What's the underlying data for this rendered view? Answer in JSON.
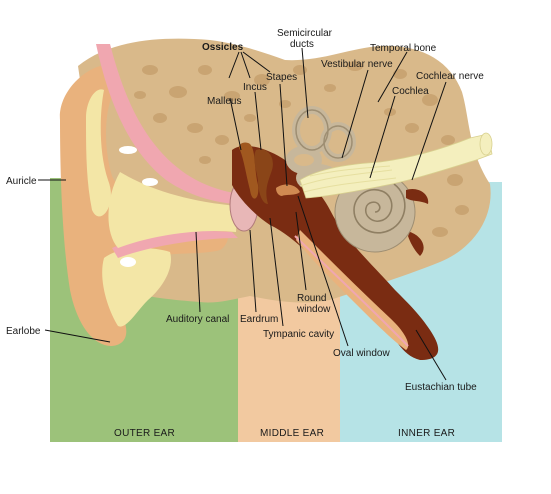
{
  "labels": {
    "ossicles": "Ossicles",
    "semicircular": [
      "Semicircular",
      "ducts"
    ],
    "temporal_bone": "Temporal bone",
    "vestibular_nerve": "Vestibular nerve",
    "cochlear_nerve": "Cochlear nerve",
    "cochlea": "Cochlea",
    "malleus": "Malleus",
    "incus": "Incus",
    "stapes": "Stapes",
    "auricle": "Auricle",
    "earlobe": "Earlobe",
    "auditory_canal": "Auditory canal",
    "eardrum": "Eardrum",
    "round_window": [
      "Round",
      "window"
    ],
    "tympanic_cavity": "Tympanic cavity",
    "oval_window": "Oval window",
    "eustachian_tube": "Eustachian tube"
  },
  "regions": {
    "outer": "OUTER EAR",
    "middle": "MIDDLE EAR",
    "inner": "INNER EAR"
  },
  "colors": {
    "outer_ear_bg": "#9cc27a",
    "middle_ear_bg": "#f2c9a0",
    "inner_ear_bg": "#b6e3e6",
    "bone": "#d9b98a",
    "bone_spots": "#c9a472",
    "skin": "#e9b27d",
    "canal_pink": "#f0a7b0",
    "canal_red": "#c8323c",
    "cartilage": "#f3e6a6",
    "dark_brown": "#7a2c12",
    "cochlea_grey": "#c7b79b",
    "nerve": "#f4efbe"
  }
}
